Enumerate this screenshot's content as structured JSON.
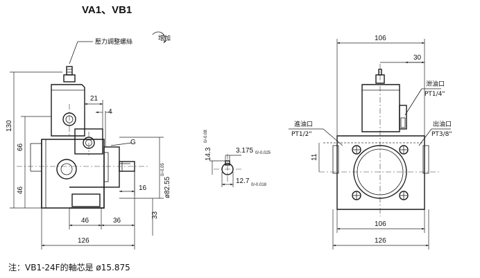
{
  "title": "VA1、VB1",
  "note": "注：VB1-24F的軸芯是 ø15.875",
  "labels": {
    "pressure_adjust_screw": "壓力調整螺絲",
    "increase": "增加",
    "drain_port": "泄油口",
    "drain_port_size": "PT1/4\"",
    "inlet_port": "進油口",
    "inlet_port_size": "PT1/2\"",
    "outlet_port": "出油口",
    "outlet_port_size": "PT3/8\""
  },
  "dimensions": {
    "side_view": {
      "d21": "21",
      "d4": "4",
      "d130": "130",
      "d66": "66",
      "d46_left": "46",
      "d16": "16",
      "d46_bottom": "46",
      "d36": "36",
      "d126": "126",
      "d33": "33",
      "shaft_dia": "ø82.55",
      "shaft_dia_tol": "0/-0.05"
    },
    "key_detail": {
      "key_height": "14.3",
      "key_height_tol": "0/-0.08",
      "key_width": "3.175",
      "key_width_tol": "0/-0.025",
      "shaft_dia": "12.7",
      "shaft_dia_tol": "0/-0.018"
    },
    "front_view": {
      "d106_top": "106",
      "d30": "30",
      "d11": "11",
      "d106_bottom": "106",
      "d126_bottom": "126"
    }
  }
}
